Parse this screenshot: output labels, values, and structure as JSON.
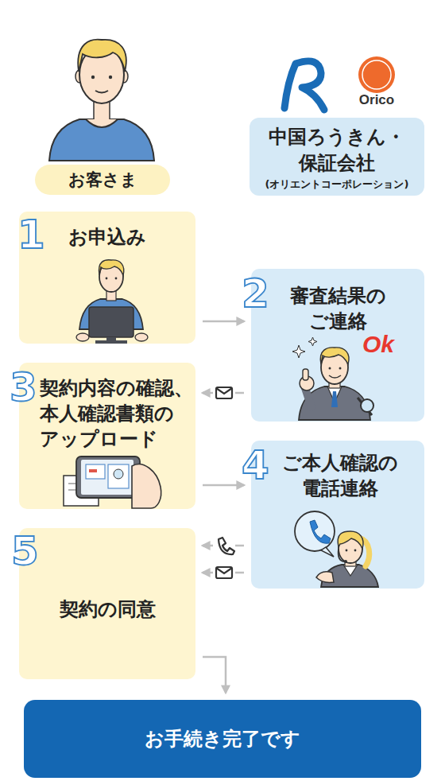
{
  "diagram": {
    "nodes": [
      {
        "text": [
          "お客さま"
        ]
      },
      {
        "text": [
          "中国ろうきん・ 保証会社",
          "(オリエントコーポレーション)"
        ]
      },
      {
        "text": [
          "1",
          "お申込み"
        ]
      },
      {
        "text": [
          "2",
          "審査結果の ご連絡"
        ]
      },
      {
        "text": [
          "3",
          "契約内容の確認、 本人確認書類の アップロード"
        ]
      },
      {
        "text": [
          "4",
          "ご本人確認の 電話連絡"
        ]
      },
      {
        "text": [
          "5",
          "契約の同意"
        ]
      },
      {
        "text": [
          "お手続き完了です"
        ]
      }
    ],
    "edges": [
      {
        "from": 2,
        "to": 3,
        "arrow": "to"
      },
      {
        "from": 3,
        "to": 4,
        "arrow": "to"
      },
      {
        "from": 4,
        "to": 5,
        "arrow": "to"
      },
      {
        "from": 5,
        "to": 6,
        "arrow": "to"
      },
      {
        "from": 5,
        "to": 6,
        "arrow": "to"
      },
      {
        "from": 6,
        "to": 7,
        "arrow": "to"
      }
    ],
    "labels": [
      "Orico",
      "Ok"
    ]
  }
}
